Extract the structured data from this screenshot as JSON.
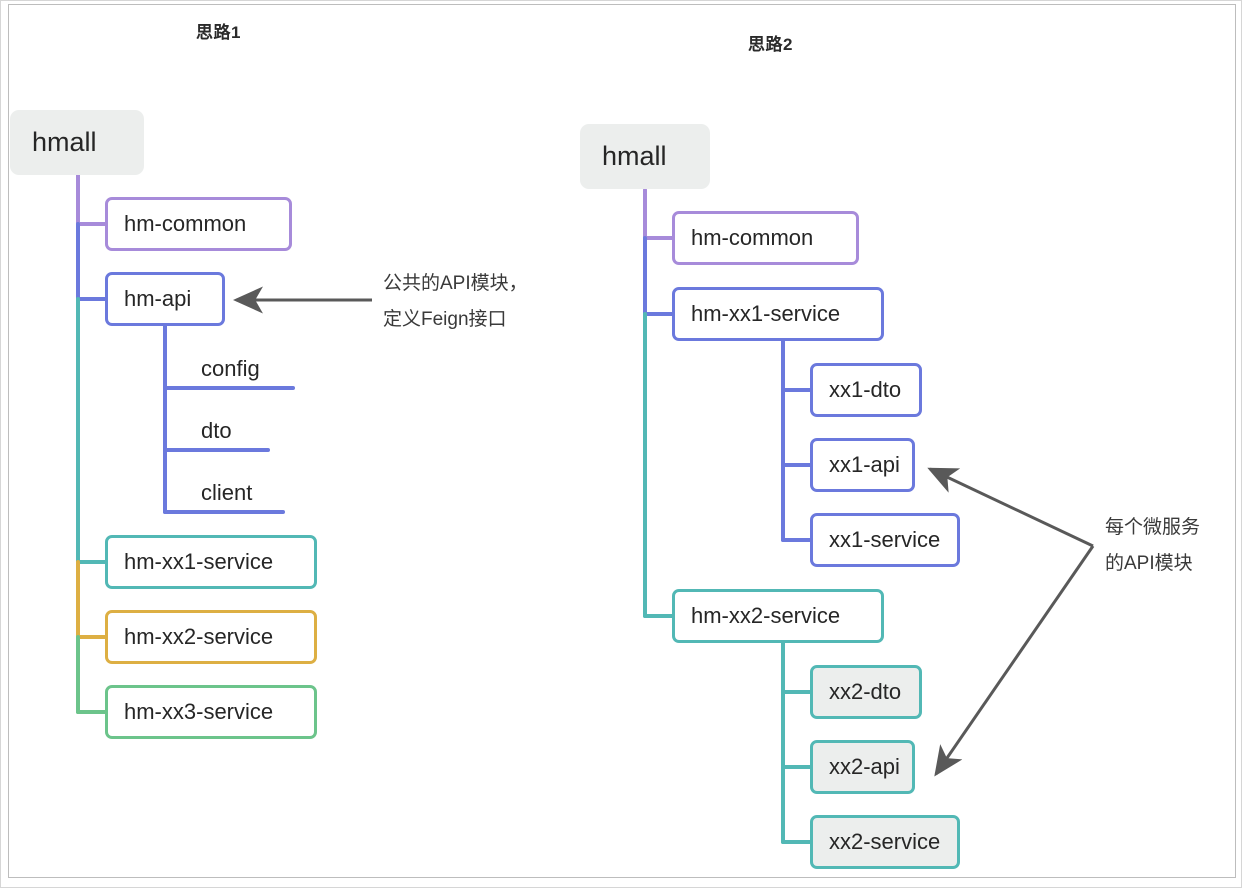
{
  "palette": {
    "purple": "#a78bda",
    "blue": "#6b79dd",
    "teal": "#52b8b5",
    "amber": "#ddaf43",
    "green": "#6cc48b",
    "root_fill": "#eceeed",
    "arrow": "#595959",
    "text": "#262626",
    "frame": "#bdbdbd"
  },
  "columns": [
    {
      "title": "思路1"
    },
    {
      "title": "思路2"
    }
  ],
  "left_tree": {
    "root": {
      "label": "hmall"
    },
    "children": [
      {
        "label": "hm-common",
        "color": "purple",
        "style": "boxed"
      },
      {
        "label": "hm-api",
        "color": "blue",
        "style": "boxed",
        "children": [
          {
            "label": "config",
            "color": "blue",
            "style": "plain"
          },
          {
            "label": "dto",
            "color": "blue",
            "style": "plain"
          },
          {
            "label": "client",
            "color": "blue",
            "style": "plain"
          }
        ]
      },
      {
        "label": "hm-xx1-service",
        "color": "teal",
        "style": "boxed"
      },
      {
        "label": "hm-xx2-service",
        "color": "amber",
        "style": "boxed"
      },
      {
        "label": "hm-xx3-service",
        "color": "green",
        "style": "boxed"
      }
    ]
  },
  "right_tree": {
    "root": {
      "label": "hmall"
    },
    "children": [
      {
        "label": "hm-common",
        "color": "purple",
        "style": "boxed"
      },
      {
        "label": "hm-xx1-service",
        "color": "blue",
        "style": "boxed",
        "children": [
          {
            "label": "xx1-dto",
            "color": "blue",
            "style": "boxed"
          },
          {
            "label": "xx1-api",
            "color": "blue",
            "style": "boxed"
          },
          {
            "label": "xx1-service",
            "color": "blue",
            "style": "boxed"
          }
        ]
      },
      {
        "label": "hm-xx2-service",
        "color": "teal",
        "style": "boxed",
        "children": [
          {
            "label": "xx2-dto",
            "color": "teal",
            "style": "boxed filled"
          },
          {
            "label": "xx2-api",
            "color": "teal",
            "style": "boxed filled"
          },
          {
            "label": "xx2-service",
            "color": "teal",
            "style": "boxed filled"
          }
        ]
      }
    ]
  },
  "annotations": {
    "left": {
      "line1": "公共的API模块，",
      "line2": "定义Feign接口"
    },
    "right": {
      "line1": "每个微服务",
      "line2": "的API模块"
    }
  }
}
